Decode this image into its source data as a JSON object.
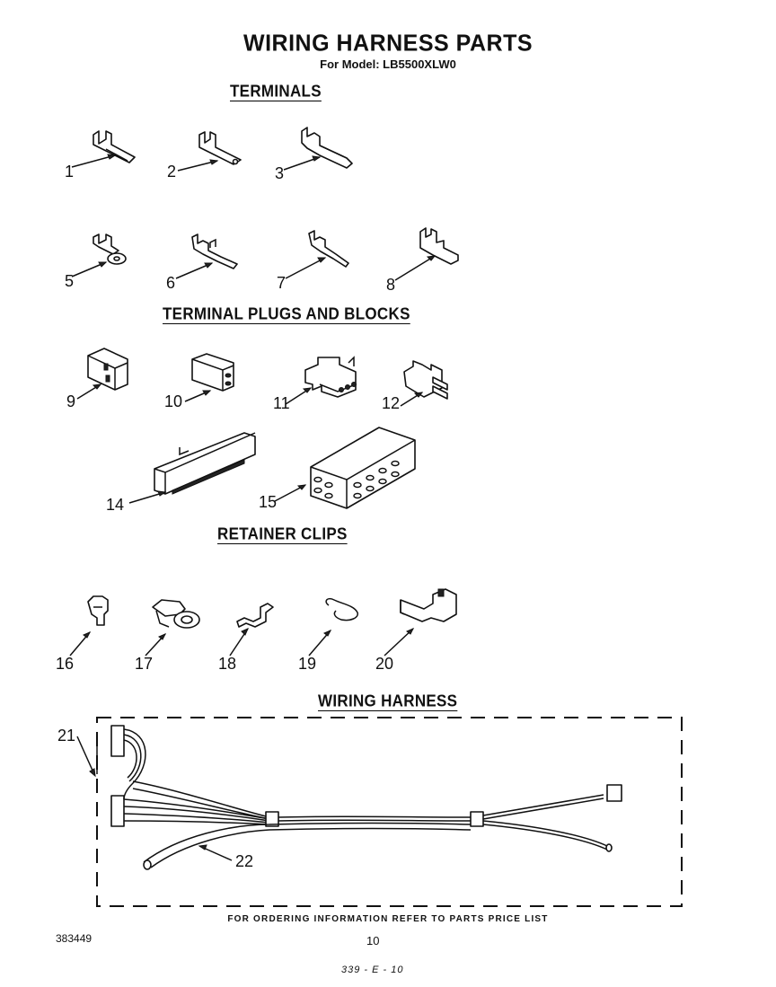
{
  "header": {
    "title": "WIRING HARNESS PARTS",
    "subtitle": "For Model: LB5500XLW0"
  },
  "sections": {
    "terminals": "TERMINALS",
    "plugs": "TERMINAL PLUGS AND BLOCKS",
    "clips": "RETAINER CLIPS",
    "harness": "WIRING HARNESS"
  },
  "parts": {
    "p1": "1",
    "p2": "2",
    "p3": "3",
    "p5": "5",
    "p6": "6",
    "p7": "7",
    "p8": "8",
    "p9": "9",
    "p10": "10",
    "p11": "11",
    "p12": "12",
    "p14": "14",
    "p15": "15",
    "p16": "16",
    "p17": "17",
    "p18": "18",
    "p19": "19",
    "p20": "20",
    "p21": "21",
    "p22": "22"
  },
  "footer": {
    "ordering": "FOR ORDERING INFORMATION REFER TO PARTS PRICE LIST",
    "doc_number": "383449",
    "page_number": "10",
    "code": "339 - E - 10"
  }
}
